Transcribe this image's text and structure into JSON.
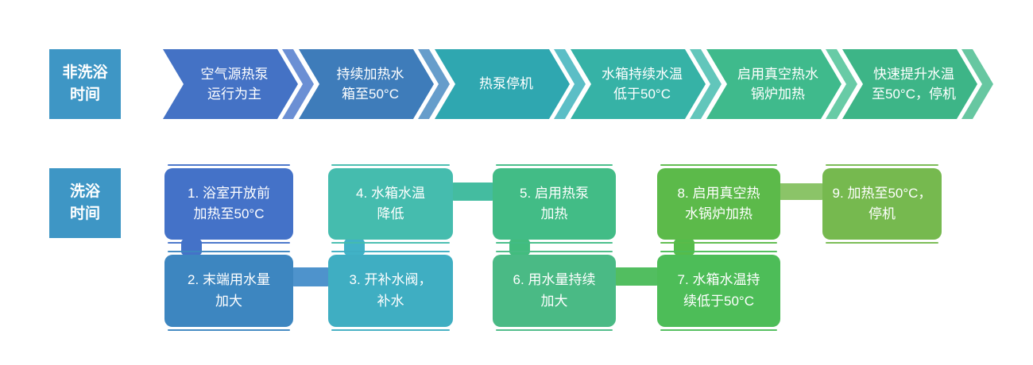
{
  "diagram": {
    "background": "#FFFFFF",
    "top_row": {
      "label": "非洗浴\n时间",
      "label_color": "#3E96C5",
      "steps": [
        {
          "text": "空气源热泵\n运行为主",
          "color": "#4472C5",
          "tint": "#6B8FD4"
        },
        {
          "text": "持续加热水\n箱至50°C",
          "color": "#3E7CBA",
          "tint": "#669DCB"
        },
        {
          "text": "热泵停机",
          "color": "#2FA7B0",
          "tint": "#5BBEC6"
        },
        {
          "text": "水箱持续水温\n低于50°C",
          "color": "#36B2A6",
          "tint": "#62C6BB"
        },
        {
          "text": "启用真空热水\n锅炉加热",
          "color": "#3FBA8C",
          "tint": "#68CBA6"
        },
        {
          "text": "快速提升水温\n至50°C，停机",
          "color": "#3DB587",
          "tint": "#67C7A1"
        }
      ]
    },
    "bottom_row": {
      "label": "洗浴\n时间",
      "label_color": "#3E96C5",
      "boxes": [
        {
          "text": "1. 浴室开放前\n加热至50°C",
          "color": "#4472C8"
        },
        {
          "text": "2. 末端用水量\n加大",
          "color": "#3D86C0"
        },
        {
          "text": "3. 开补水阀，\n补水",
          "color": "#3FAEC2"
        },
        {
          "text": "4. 水箱水温\n降低",
          "color": "#45BCAE"
        },
        {
          "text": "5. 启用热泵\n加热",
          "color": "#42BC86"
        },
        {
          "text": "6. 用水量持续\n加大",
          "color": "#4ABA85"
        },
        {
          "text": "7. 水箱水温持\n续低于50°C",
          "color": "#4DBD58"
        },
        {
          "text": "8. 启用真空热\n水锅炉加热",
          "color": "#5CBA4A"
        },
        {
          "text": "9. 加热至50°C，\n停机",
          "color": "#76B94F"
        }
      ],
      "connectors": {
        "v12": "#4472C8",
        "h23": "#4E93CC",
        "v34": "#41B2C6",
        "h45": "#44BCA0",
        "v56": "#42BC7E",
        "h67": "#52BE60",
        "v78": "#55BC4B",
        "h89": "#8BC468"
      }
    }
  }
}
